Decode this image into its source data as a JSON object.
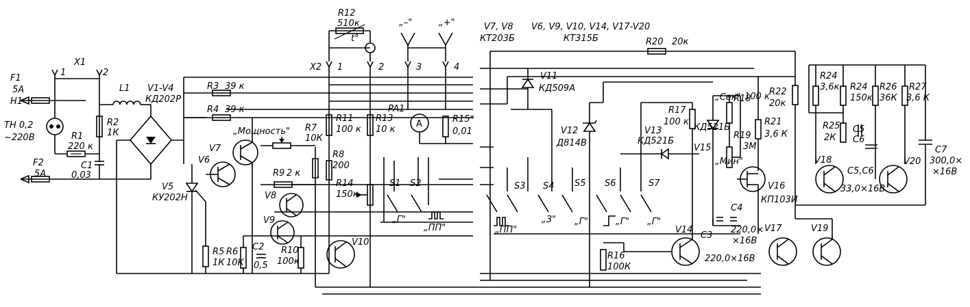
{
  "components": {
    "F1": {
      "ref": "F1",
      "value": "5A"
    },
    "F2": {
      "ref": "F2",
      "value": "5A"
    },
    "H1": {
      "ref": "H1",
      "value": "ТН 0,2"
    },
    "mains": {
      "value": "~220В"
    },
    "X1": {
      "ref": "X1",
      "pin1": "1",
      "pin2": "2"
    },
    "L1": {
      "ref": "L1"
    },
    "R1": {
      "ref": "R1",
      "value": "220 к"
    },
    "R2": {
      "ref": "R2",
      "value": "1К"
    },
    "C1": {
      "ref": "C1",
      "value": "0,03"
    },
    "bridge": {
      "ref": "V1-V4",
      "value": "КД202Р"
    },
    "R3": {
      "ref": "R3",
      "value": "39 к"
    },
    "R4": {
      "ref": "R4",
      "value": "39 к"
    },
    "V5": {
      "ref": "V5",
      "value": "КУ202Н"
    },
    "V6": {
      "ref": "V6"
    },
    "V7": {
      "ref": "V7"
    },
    "power_label": "„Мощность\"",
    "R7": {
      "ref": "R7",
      "value": "10К"
    },
    "R9": {
      "ref": "R9",
      "value": "2 к"
    },
    "V8": {
      "ref": "V8"
    },
    "V9": {
      "ref": "V9"
    },
    "R5": {
      "ref": "R5",
      "value": "1К"
    },
    "R6": {
      "ref": "R6",
      "value": "10К"
    },
    "C2": {
      "ref": "C2",
      "value": "0,5"
    },
    "R10": {
      "ref": "R10",
      "value": "100к"
    },
    "R12": {
      "ref": "R12",
      "value": "510к",
      "temp": "t°"
    },
    "X2": {
      "ref": "X2",
      "pins": [
        "1",
        "2",
        "3",
        "4"
      ]
    },
    "term_minus": "„–\"",
    "term_plus": "„+\"",
    "R11": {
      "ref": "R11",
      "value": "100 к"
    },
    "R13": {
      "ref": "R13",
      "value": "10 к"
    },
    "PA1": {
      "ref": "PA1",
      "symbol": "A"
    },
    "R15": {
      "ref": "R15*",
      "value": "0,01"
    },
    "R8": {
      "ref": "R8",
      "value": "200"
    },
    "R14": {
      "ref": "R14",
      "value": "150к"
    },
    "V10": {
      "ref": "V10"
    },
    "S1": {
      "ref": "S1",
      "mode": "„Г\""
    },
    "S2": {
      "ref": "S2",
      "mode": "„ПП\""
    },
    "S3": {
      "ref": "S3",
      "mode": "„ПП\""
    },
    "S4": {
      "ref": "S4",
      "mode": "„З\""
    },
    "S5": {
      "ref": "S5",
      "mode": "„Г\""
    },
    "S6": {
      "ref": "S6",
      "mode": "„Г\""
    },
    "S7": {
      "ref": "S7",
      "mode": "„Г\""
    },
    "header_v7v8": {
      "refs": "V7, V8",
      "type": "КТ203Б"
    },
    "header_v6": {
      "refs": "V6, V9, V10, V14, V17-V20",
      "type": "КТ315Б"
    },
    "R20": {
      "ref": "R20",
      "value": "20к"
    },
    "V11": {
      "ref": "V11",
      "value": "КД509А"
    },
    "V12": {
      "ref": "V12",
      "value": "Д814В"
    },
    "V13": {
      "ref": "V13",
      "value": "КД521Б"
    },
    "R16": {
      "ref": "R16",
      "value": "100К"
    },
    "R17": {
      "ref": "R17",
      "value": "100 к"
    },
    "V15": {
      "ref": "V15",
      "value": "КД521Б"
    },
    "R18": {
      "ref": "R18",
      "value": "100 к",
      "label": "„Сек\""
    },
    "R19": {
      "ref": "R19",
      "value": "3М",
      "label": "„Мин\""
    },
    "R21": {
      "ref": "R21",
      "value": "3,6 К"
    },
    "V16": {
      "ref": "V16",
      "value": "КП103И"
    },
    "V14": {
      "ref": "V14"
    },
    "C3": {
      "ref": "C3",
      "value": "220,0×16В"
    },
    "C4": {
      "ref": "C4",
      "value": "220,0×",
      "value2": "×16В"
    },
    "R22": {
      "ref": "R22",
      "value": "20к"
    },
    "V17": {
      "ref": "V17"
    },
    "R24a": {
      "ref": "R24",
      "value": "3,6к"
    },
    "R24b": {
      "ref": "R24",
      "value": "150к"
    },
    "R26": {
      "ref": "R26",
      "value": "36К"
    },
    "R27": {
      "ref": "R27",
      "value": "3,6 К"
    },
    "R25": {
      "ref": "R25",
      "value": "2К"
    },
    "C5": {
      "ref": "C5"
    },
    "C6": {
      "ref": "C6"
    },
    "V18": {
      "ref": "V18"
    },
    "V19": {
      "ref": "V19"
    },
    "V20": {
      "ref": "V20"
    },
    "C56": {
      "label": "С5,С6",
      "value": "33,0×16В"
    },
    "C7": {
      "ref": "C7",
      "value": "300,0×",
      "value2": "×16В"
    }
  }
}
